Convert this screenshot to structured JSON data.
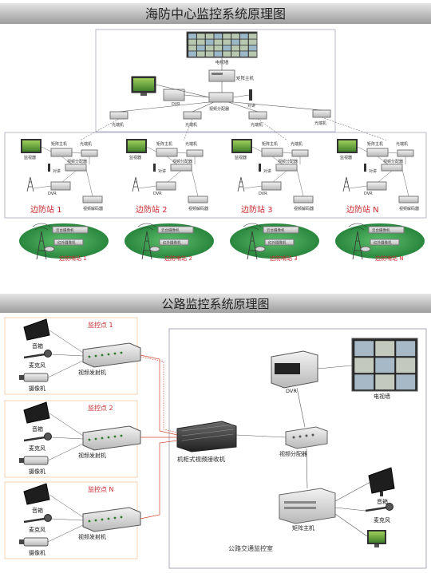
{
  "colors": {
    "title_bar": "#a9a9a9",
    "title_bar_light": "#d6d6d6",
    "frame": "#b9b9c9",
    "red_label": "#c8282d",
    "dark_label": "#222222",
    "link": "#555555",
    "ground": "#2f9c45",
    "ground_dark": "#1d6b2e",
    "wire": "#d2452f"
  },
  "sea": {
    "title": "海防中心监控系统原理图",
    "center": {
      "tv_wall": "电视墙",
      "matrix": "矩阵主机",
      "dvr": "DVR",
      "intercom": "对讲",
      "splitter": "视频分配器",
      "optical_left": "光端机",
      "optical_mid1": "光端机",
      "optical_mid2": "光端机",
      "optical_right": "光端机"
    },
    "stations": [
      {
        "name": "边防站 1",
        "monitor": "监视器",
        "matrix": "矩阵主机",
        "optical": "光端机",
        "intercom": "对讲",
        "splitter": "视频分配器",
        "dvr": "DVR",
        "decoder": "视频解码器",
        "post": "边防哨站 1",
        "dome": "云台摄像机",
        "camera": "红外摄像机"
      },
      {
        "name": "边防站 2",
        "monitor": "监视器",
        "matrix": "矩阵主机",
        "optical": "光端机",
        "intercom": "对讲",
        "splitter": "视频分配器",
        "dvr": "DVR",
        "decoder": "视频解码器",
        "post": "边防哨站 2",
        "dome": "云台摄像机",
        "camera": "红外摄像机"
      },
      {
        "name": "边防站 3",
        "monitor": "监视器",
        "matrix": "矩阵主机",
        "optical": "光端机",
        "intercom": "对讲",
        "splitter": "视频分配器",
        "dvr": "DVR",
        "decoder": "视频解码器",
        "post": "边防哨站 3",
        "dome": "云台摄像机",
        "camera": "红外摄像机"
      },
      {
        "name": "边防站 N",
        "monitor": "监视器",
        "matrix": "矩阵主机",
        "optical": "光端机",
        "intercom": "对讲",
        "splitter": "视频分配器",
        "dvr": "DVR",
        "decoder": "视频解码器",
        "post": "边防哨站 N",
        "dome": "云台摄像机",
        "camera": "红外摄像机"
      }
    ]
  },
  "road": {
    "title": "公路监控系统原理图",
    "points": [
      {
        "name": "监控点 1",
        "speaker": "音箱",
        "mic": "麦克风",
        "camera": "摄像机",
        "transmitter": "视频发射机"
      },
      {
        "name": "监控点 2",
        "speaker": "音箱",
        "mic": "麦克风",
        "camera": "摄像机",
        "transmitter": "视频发射机"
      },
      {
        "name": "监控点 N",
        "speaker": "音箱",
        "mic": "麦克风",
        "camera": "摄像机",
        "transmitter": "视频发射机"
      }
    ],
    "receiver": "机柜式视频接收机",
    "dvr": "DVR",
    "tv_wall": "电视墙",
    "splitter": "视频分配器",
    "matrix": "矩阵主机",
    "speaker": "音箱",
    "mic": "麦克风",
    "room": "公路交通监控室"
  }
}
